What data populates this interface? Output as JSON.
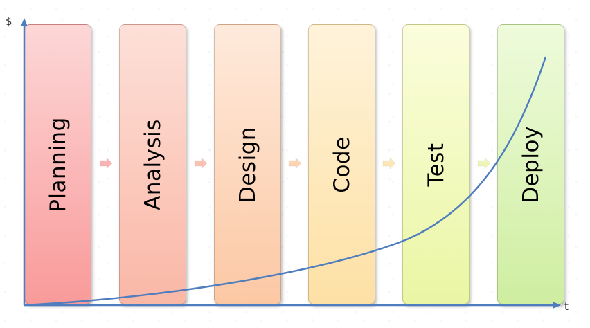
{
  "diagram": {
    "axes": {
      "y_label": "$",
      "x_label": "t",
      "axis_color": "#4f7dbd"
    },
    "curve_color": "#4f7dbd",
    "phases": [
      {
        "label": "Planning",
        "color_top": "#fdd7d7",
        "color_bottom": "#f99a9a"
      },
      {
        "label": "Analysis",
        "color_top": "#fde0d8",
        "color_bottom": "#fab7a6"
      },
      {
        "label": "Design",
        "color_top": "#feeadb",
        "color_bottom": "#fcc8a4"
      },
      {
        "label": "Code",
        "color_top": "#fff3da",
        "color_bottom": "#fde0a4"
      },
      {
        "label": "Test",
        "color_top": "#fbfddc",
        "color_bottom": "#eaf6a4"
      },
      {
        "label": "Deploy",
        "color_top": "#eefbdc",
        "color_bottom": "#cfeea0"
      }
    ],
    "connectors": [
      {
        "color": "#f8b3b3"
      },
      {
        "color": "#fbc2b4"
      },
      {
        "color": "#fdd4b4"
      },
      {
        "color": "#fde7b8"
      },
      {
        "color": "#eef5b8"
      }
    ]
  }
}
